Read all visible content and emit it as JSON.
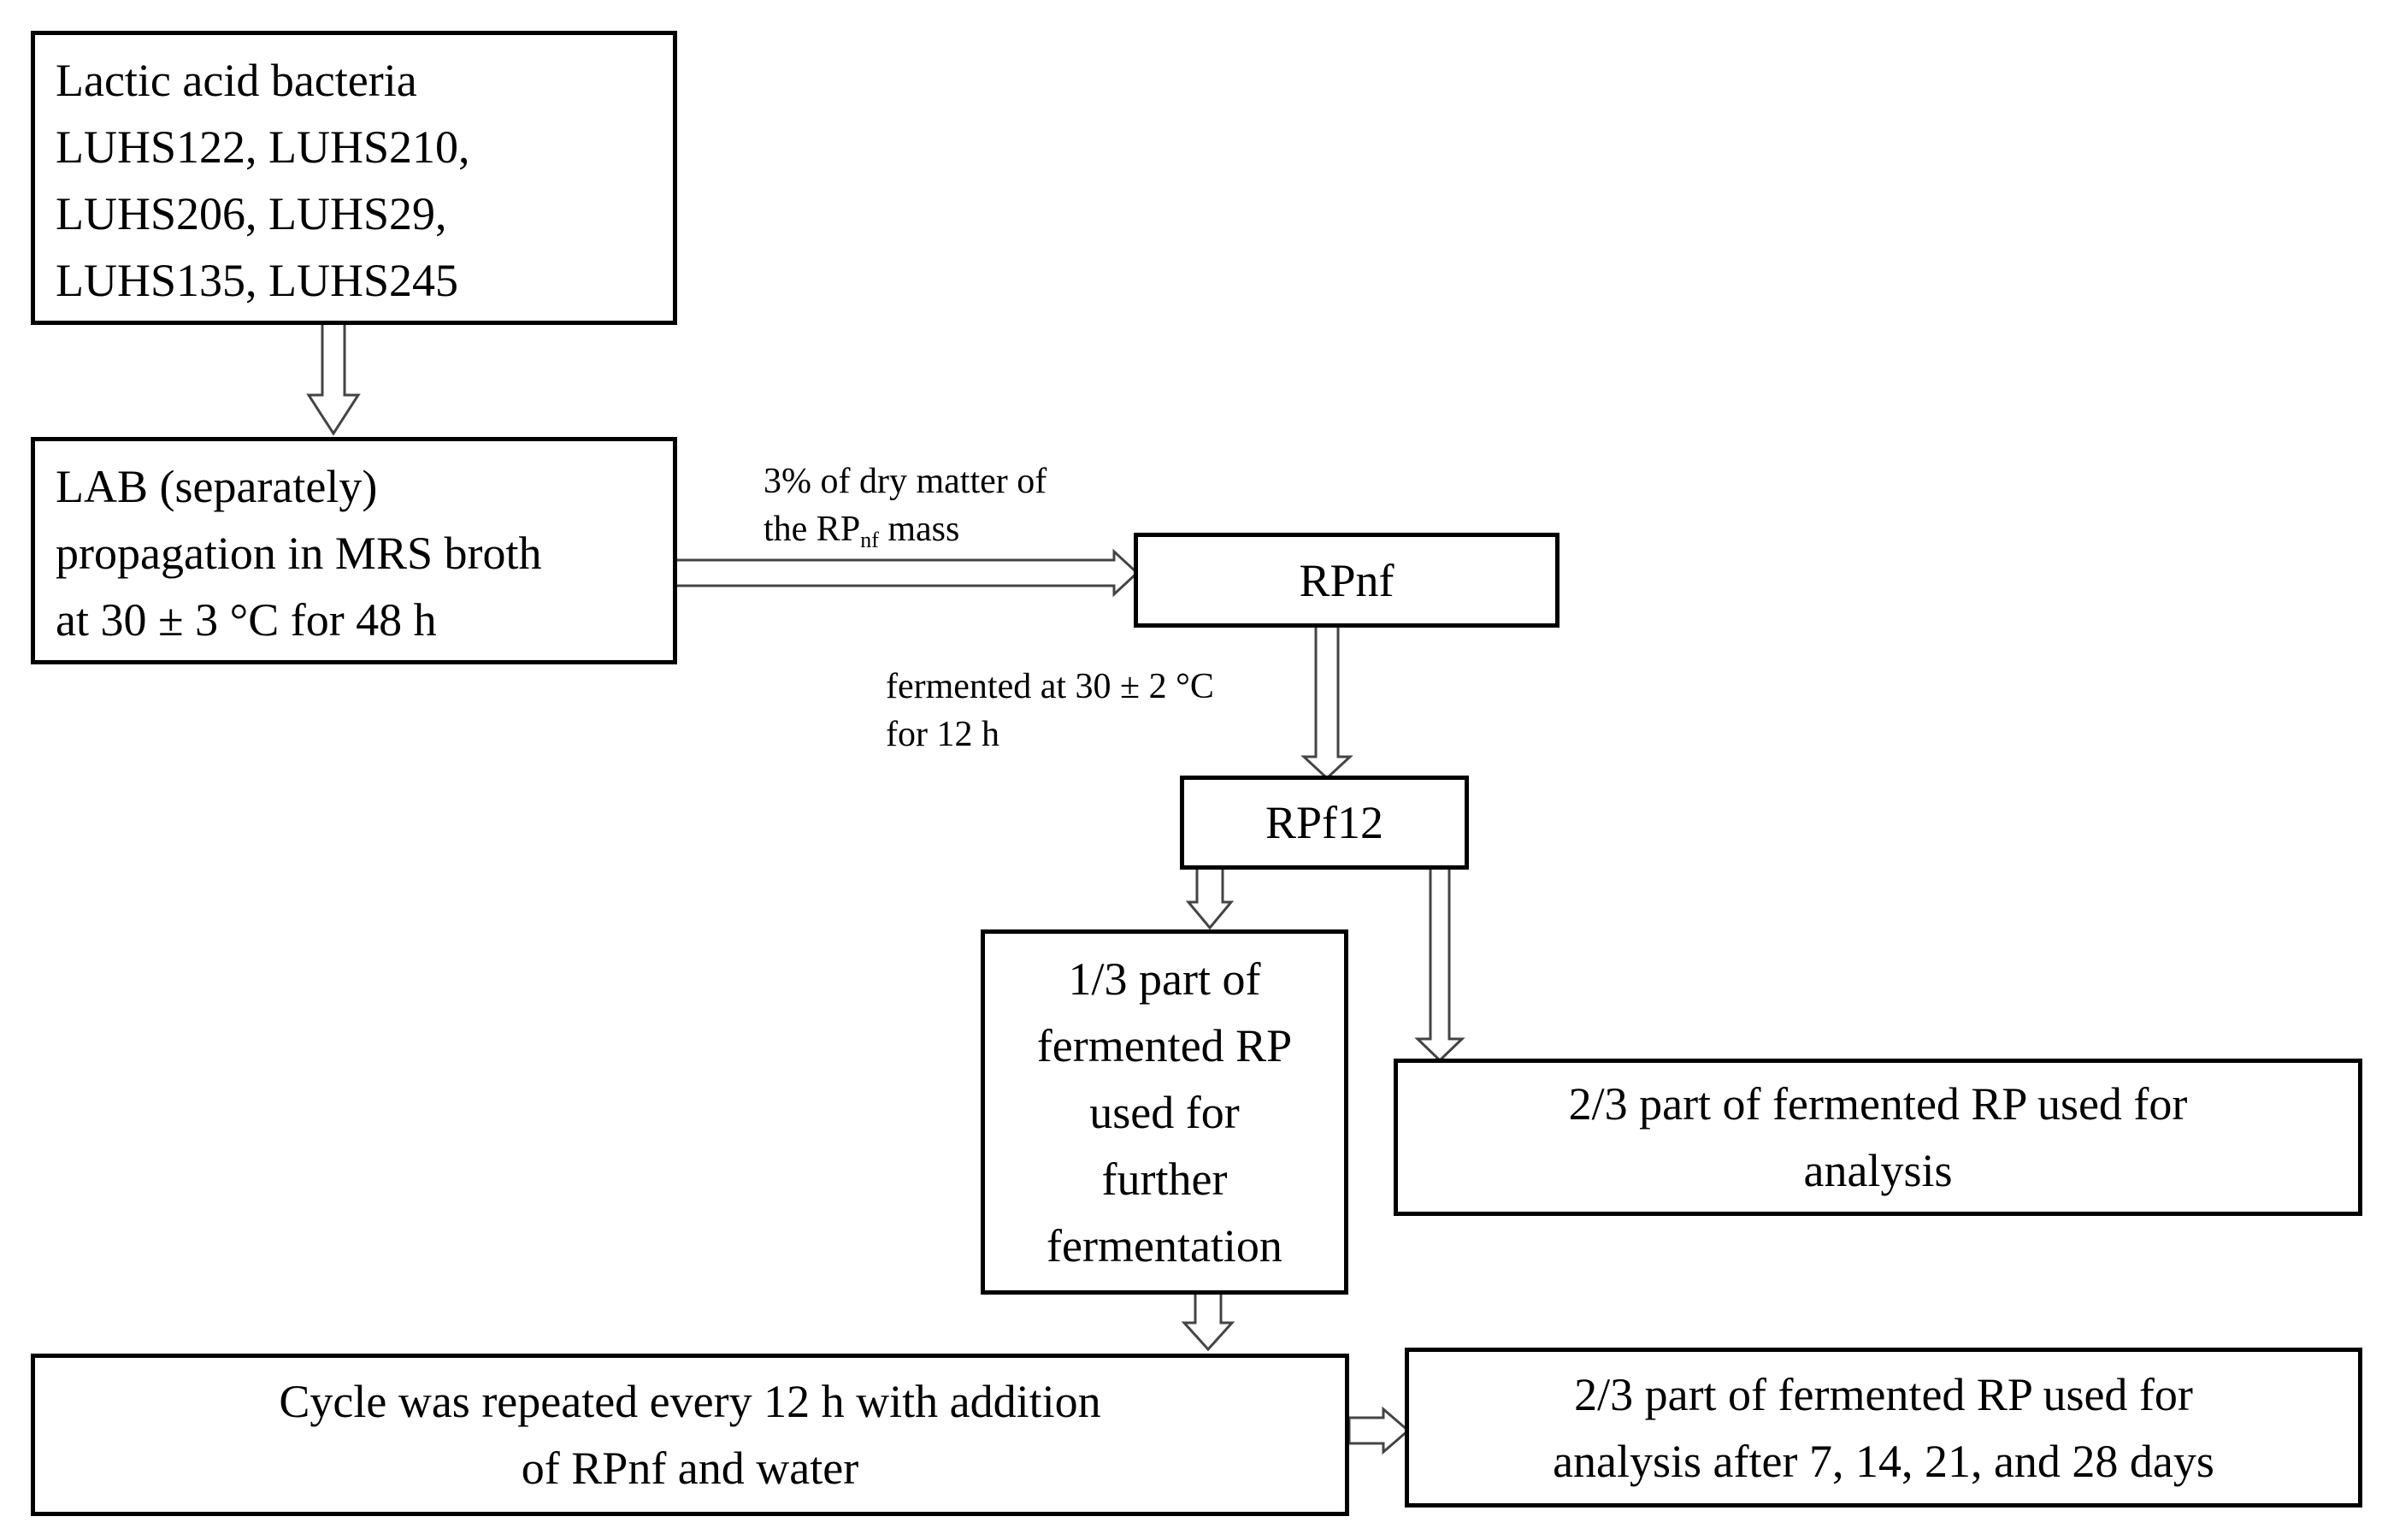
{
  "nodes": {
    "lab_strains": {
      "lines": [
        "Lactic acid bacteria",
        "LUHS122, LUHS210,",
        "LUHS206, LUHS29,",
        "LUHS135, LUHS245"
      ]
    },
    "propagation": {
      "lines": [
        "LAB (separately)",
        "propagation in MRS broth",
        "at 30 ± 3 °C for 48 h"
      ]
    },
    "rpnf": {
      "label": "RPnf"
    },
    "rpf12": {
      "label": "RPf12"
    },
    "one_third": {
      "lines": [
        "1/3 part of",
        "fermented RP",
        "used for",
        "further",
        "fermentation"
      ]
    },
    "two_thirds": {
      "lines": [
        "2/3 part of fermented RP used for",
        "analysis"
      ]
    },
    "cycle": {
      "lines": [
        "Cycle was repeated every 12 h with addition",
        "of RPnf and water"
      ]
    },
    "two_thirds_days": {
      "lines": [
        "2/3 part of fermented RP used for",
        "analysis after 7, 14, 21, and 28 days"
      ]
    }
  },
  "edge_labels": {
    "dry_matter": {
      "line1": "3% of dry matter of",
      "line2_prefix": "the RP",
      "line2_sub": "nf",
      "line2_suffix": " mass"
    },
    "fermented": {
      "lines": [
        "fermented at 30 ± 2 °C",
        "for 12 h"
      ]
    }
  }
}
